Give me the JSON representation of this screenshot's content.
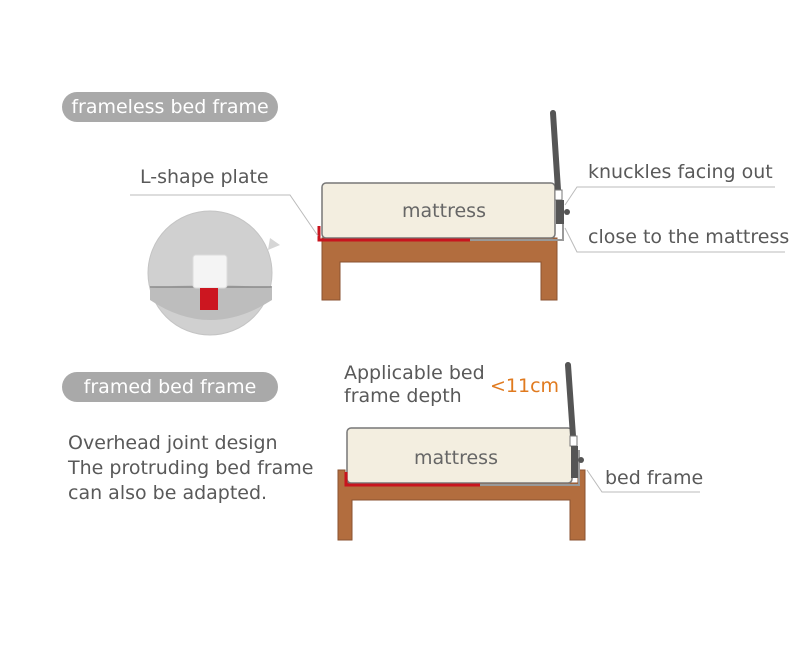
{
  "sections": [
    {
      "title": "frameless bed frame"
    },
    {
      "title": "framed bed frame"
    }
  ],
  "frameless": {
    "plate_label": "L-shape plate",
    "mattress_label": "mattress",
    "knuckles_label": "knuckles facing out",
    "close_label": "close to the mattress"
  },
  "framed": {
    "depth_label_line1": "Applicable bed",
    "depth_label_line2": "frame depth",
    "depth_value": "<11cm",
    "mattress_label": "mattress",
    "frame_label": "bed frame",
    "description": [
      "Overhead joint design",
      "The protruding bed frame",
      "can also be adapted."
    ]
  },
  "colors": {
    "wood": "#b26d3e",
    "mattress": "#f3eee0",
    "plate": "#c8141e",
    "accent": "#e07a1f",
    "pill": "#a9a9a9",
    "rail": "#555555"
  }
}
